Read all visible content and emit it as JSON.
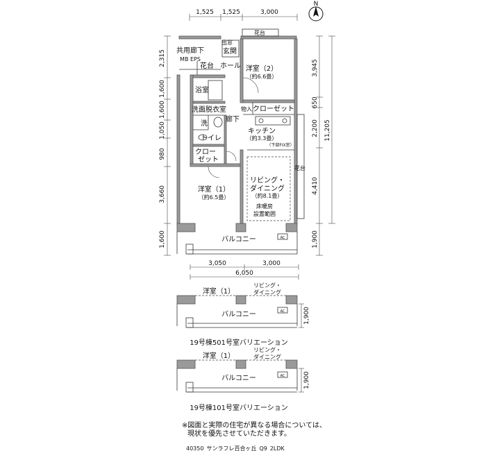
{
  "north": "N",
  "top_dims": [
    "1,525",
    "1,525",
    "3,000"
  ],
  "left_dims": [
    "2,315",
    "1,600",
    "1,600",
    "1,050",
    "980",
    "3,660",
    "1,600"
  ],
  "right_dims_inner": [
    "3,945",
    "650",
    "2,200",
    "4,410",
    "1,900"
  ],
  "right_dim_total": "11,205",
  "bottom_dims": [
    "3,050",
    "3,000"
  ],
  "bottom_total": "6,050",
  "rooms": {
    "kadan_top": "花台",
    "shutsumado": "出窓",
    "genkan": "玄関",
    "kyoyo_roka": "共用廊下",
    "mb_eps": "MB EPS",
    "kadan_entry": "花台",
    "hall": "ホール",
    "yoshitsu2": "洋室（2）",
    "yoshitsu2_size": "（約6.6畳）",
    "yokushitsu": "浴室",
    "monoire": "物入",
    "closet_top": "クローゼット",
    "senmen": "洗面脱衣室",
    "sen": "洗",
    "rouka": "廊下",
    "kitchen": "キッチン",
    "kitchen_size": "（約3.3畳）",
    "kabu_fix": "（下部FIX窓）",
    "toilet": "トイレ",
    "closet_bottom": "クロー\nゼット",
    "kadan_right": "花台",
    "living": "リビング・\nダイニング",
    "living_size": "（約8.1畳）",
    "floor_heat": "床暖房\n設置範囲",
    "yoshitsu1": "洋室（1）",
    "yoshitsu1_size": "（約6.5畳）",
    "balcony": "バルコニー",
    "ac": "AC"
  },
  "variations": [
    {
      "room_left": "洋室（1）",
      "room_right": "リビング・\nダイニング",
      "balcony": "バルコニー",
      "ac": "AC",
      "dim": "1,900",
      "caption": "19号棟501号室バリエーション"
    },
    {
      "room_left": "洋室（1）",
      "room_right": "リビング・\nダイニング",
      "balcony": "バルコニー",
      "ac": "AC",
      "dim": "1,900",
      "caption": "19号棟101号室バリエーション"
    }
  ],
  "note": "※図面と実際の住宅が異なる場合については、\n現状を優先させていただきます。",
  "code": "40350_サンラフレ百合ヶ丘_Q9_2LDK"
}
